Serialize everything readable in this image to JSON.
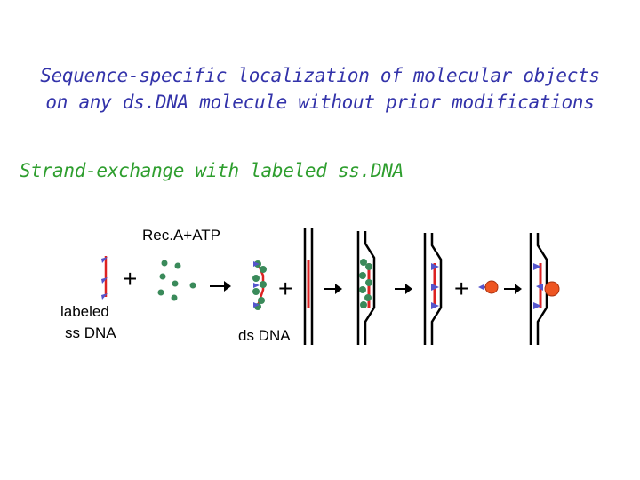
{
  "title": {
    "line1": "Sequence-specific localization of molecular objects",
    "line2": "on any ds.DNA molecule without prior modifications"
  },
  "subtitle": "Strand-exchange with labeled ss.DNA",
  "labels": {
    "reca": "Rec.A+ATP",
    "ssdna_line1": "labeled",
    "ssdna_line2": "ss DNA",
    "dsdna": "ds DNA"
  },
  "symbols": {
    "plus": "+"
  },
  "colors": {
    "title": "#3333aa",
    "subtitle": "#2e9e2e",
    "strand_red": "#dd2222",
    "label_blue": "#5555cc",
    "protein_green": "#3a8a5a",
    "object_orange": "#ee5522"
  }
}
